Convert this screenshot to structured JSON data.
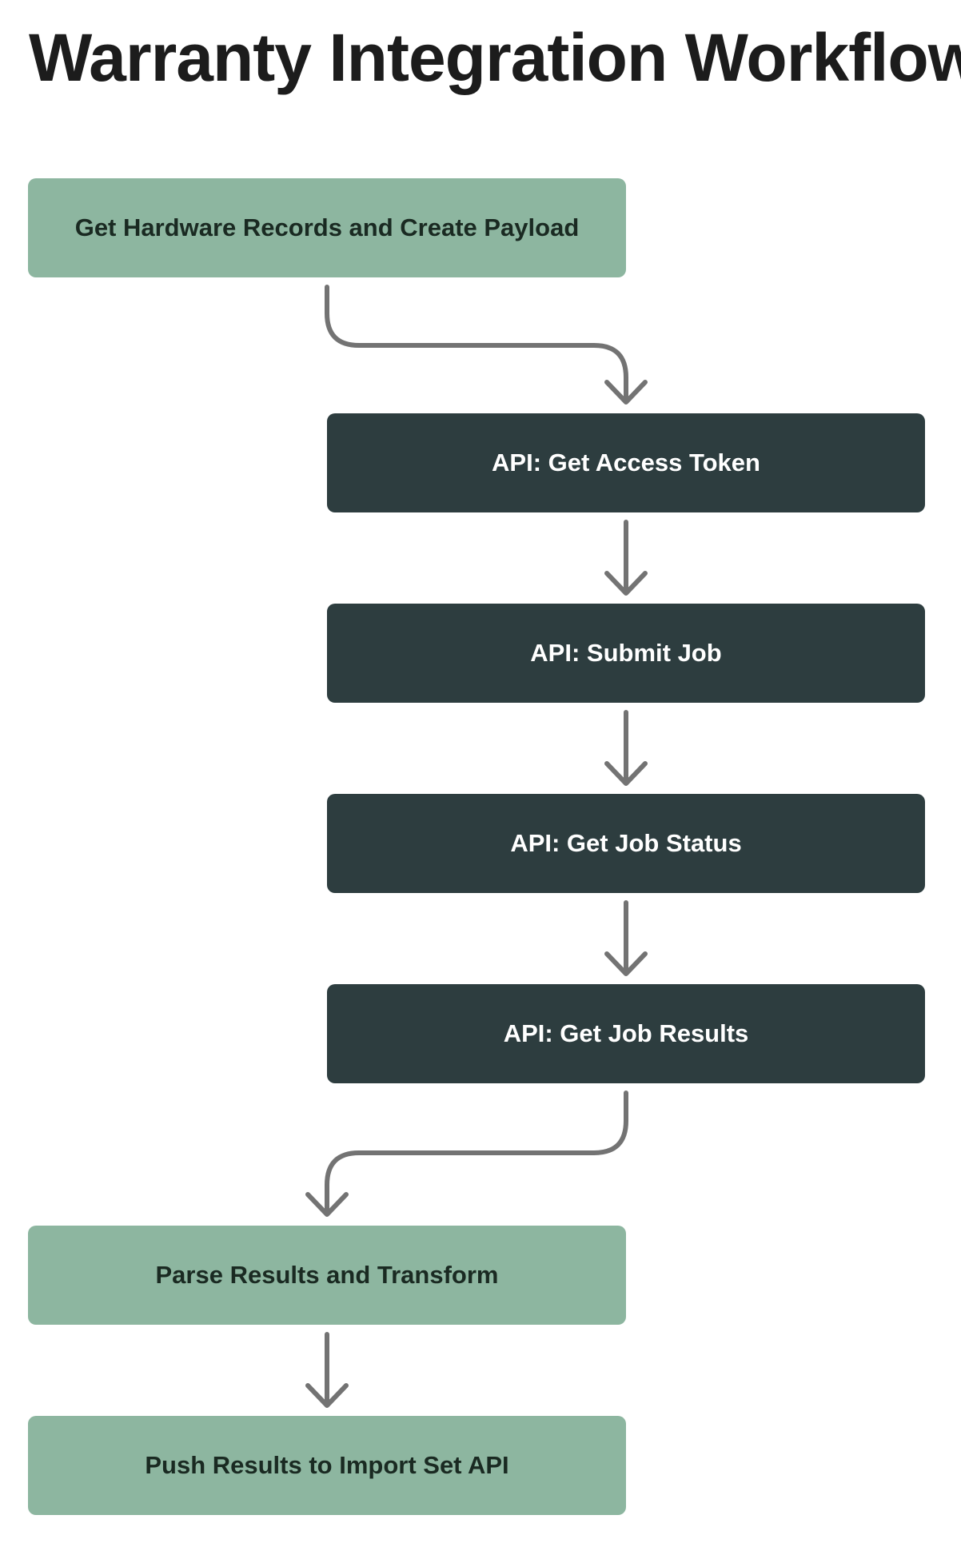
{
  "title": "Warranty Integration Workflow",
  "colors": {
    "light_step": "#8db6a0",
    "dark_step": "#2d3d3f",
    "connector": "#737373",
    "title_text": "#1c1c1c"
  },
  "steps": [
    {
      "label": "Get Hardware Records and Create Payload",
      "style": "light"
    },
    {
      "label": "API: Get Access Token",
      "style": "dark"
    },
    {
      "label": "API: Submit Job",
      "style": "dark"
    },
    {
      "label": "API: Get Job Status",
      "style": "dark"
    },
    {
      "label": "API: Get Job Results",
      "style": "dark"
    },
    {
      "label": "Parse Results and Transform",
      "style": "light"
    },
    {
      "label": "Push Results to Import Set API",
      "style": "light"
    }
  ]
}
